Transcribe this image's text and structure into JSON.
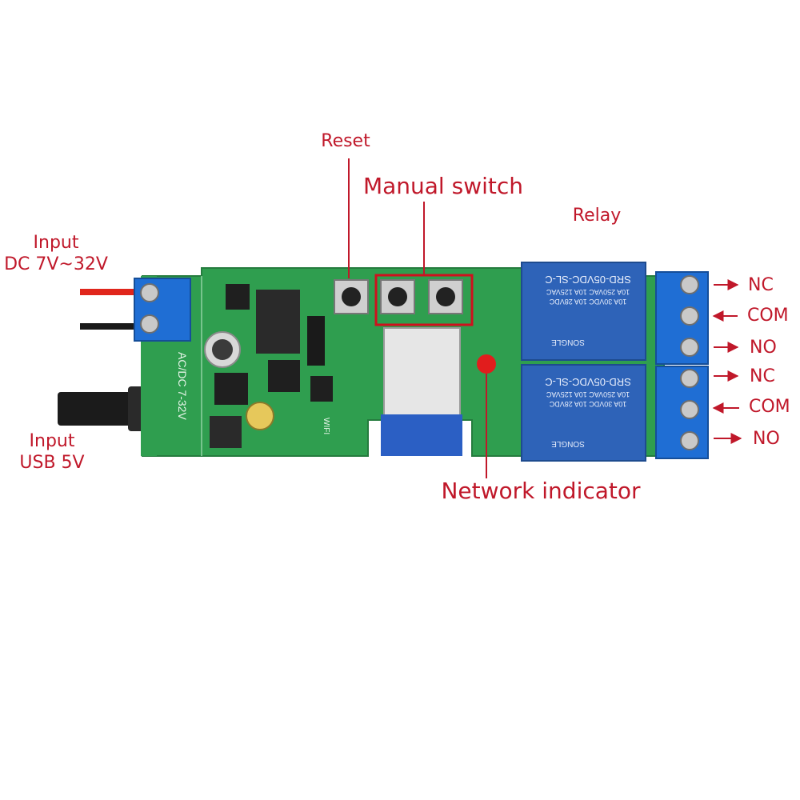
{
  "diagram": {
    "colors": {
      "annotation": "#c0182a",
      "pcb": "#2f9e4f",
      "relay": "#2e63b8",
      "terminal": "#1f6ed4",
      "indicator": "#e11d1d"
    },
    "labels": {
      "reset": "Reset",
      "manual_switch": "Manual switch",
      "relay": "Relay",
      "input_dc_line1": "Input",
      "input_dc_line2": "DC 7V~32V",
      "input_usb_line1": "Input",
      "input_usb_line2": "USB 5V",
      "network_indicator": "Network indicator"
    },
    "terminals_top": [
      "NC",
      "COM",
      "NO"
    ],
    "terminals_bottom": [
      "NC",
      "COM",
      "NO"
    ],
    "relay_text": {
      "model": "SRD-05VDC-SL-C",
      "rating_1": "10A 250VAC  10A 125VAC",
      "rating_2": "10A 30VDC  10A 28VDC",
      "brand": "SONGLE"
    },
    "board_text": {
      "acdc": "AC/DC  7-32V",
      "wifi": "WIFI"
    },
    "icons": [
      "arrow-right-icon",
      "arrow-left-icon"
    ]
  }
}
